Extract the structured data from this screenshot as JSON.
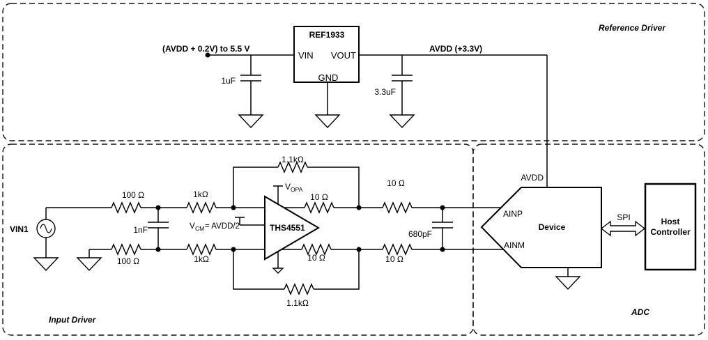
{
  "sections": {
    "reference_driver": "Reference Driver",
    "input_driver": "Input Driver",
    "adc": "ADC"
  },
  "reference_driver": {
    "input_voltage": "(AVDD + 0.2V) to 5.5 V",
    "input_cap": "1uF",
    "output_cap": "3.3uF",
    "rail": "AVDD (+3.3V)",
    "ic": {
      "name": "REF1933",
      "pin_vin": "VIN",
      "pin_vout": "VOUT",
      "pin_gnd": "GND"
    }
  },
  "input_driver": {
    "source": "VIN1",
    "r_in_top": "100 Ω",
    "r_in_bot": "100 Ω",
    "c_in": "1nF",
    "r_gain_top": "1kΩ",
    "r_gain_bot": "1kΩ",
    "r_fb_top": "1.1kΩ",
    "r_fb_bot": "1.1kΩ",
    "vcm_v": "V",
    "vcm_sub": "CM",
    "vcm_eq": "= AVDD/2",
    "vopa_v": "V",
    "vopa_sub": "OPA",
    "amp": "THS4551",
    "r_iso_top": "10 Ω",
    "r_iso_bot": "10 Ω",
    "r_iso_top2": "10 Ω",
    "r_iso_bot2": "10 Ω",
    "c_filter": "680pF"
  },
  "adc": {
    "device": "Device",
    "pin_ainp": "AINP",
    "pin_ainm": "AINM",
    "pin_avdd": "AVDD",
    "bus": "SPI",
    "host_line1": "Host",
    "host_line2": "Controller"
  }
}
